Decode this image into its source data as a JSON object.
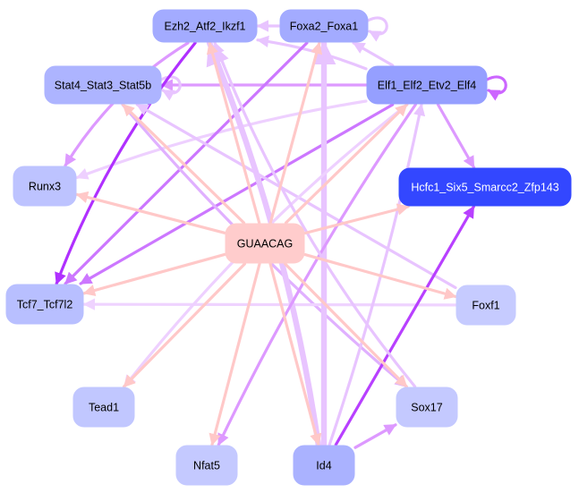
{
  "title": "Regulatory network for motif GUAACAG",
  "colors": {
    "motif_node": "#ffcccc",
    "edge_pink": "#ffc8c8",
    "edge_light_purple": "#e8c4ff",
    "edge_medium_purple": "#dd99ff",
    "edge_dark_purple": "#c040ff",
    "node_dark_blue": "#3347ff",
    "node_blue": "#99a3ff",
    "node_light_blue": "#bfc6ff"
  },
  "nodes": [
    {
      "id": "ezh2",
      "label": "Ezh2_Atf2_Ikzf1",
      "fill": "#a3abff",
      "text": "#000000"
    },
    {
      "id": "foxa2",
      "label": "Foxa2_Foxa1",
      "fill": "#a3abff",
      "text": "#000000"
    },
    {
      "id": "stat4",
      "label": "Stat4_Stat3_Stat5b",
      "fill": "#adb4ff",
      "text": "#000000"
    },
    {
      "id": "elf1",
      "label": "Elf1_Elf2_Etv2_Elf4",
      "fill": "#959fff",
      "text": "#000000"
    },
    {
      "id": "runx3",
      "label": "Runx3",
      "fill": "#bdc3ff",
      "text": "#000000"
    },
    {
      "id": "hcfc1",
      "label": "Hcfc1_Six5_Smarcc2_Zfp143",
      "fill": "#3347ff",
      "text": "#ffffff"
    },
    {
      "id": "guaacag",
      "label": "GUAACAG",
      "fill": "#ffcccc",
      "text": "#000000"
    },
    {
      "id": "tcf7",
      "label": "Tcf7_Tcf7l2",
      "fill": "#b8bfff",
      "text": "#000000"
    },
    {
      "id": "foxf1",
      "label": "Foxf1",
      "fill": "#c6cbff",
      "text": "#000000"
    },
    {
      "id": "tead1",
      "label": "Tead1",
      "fill": "#c1c7ff",
      "text": "#000000"
    },
    {
      "id": "sox17",
      "label": "Sox17",
      "fill": "#c4c9ff",
      "text": "#000000"
    },
    {
      "id": "nfat5",
      "label": "Nfat5",
      "fill": "#c4c9ff",
      "text": "#000000"
    },
    {
      "id": "id4",
      "label": "Id4",
      "fill": "#aab2ff",
      "text": "#000000"
    }
  ],
  "edges": [
    {
      "from": "foxa2",
      "to": "ezh2",
      "color": "#e8c4ff",
      "weight": 2
    },
    {
      "from": "foxa2",
      "to": "foxa2",
      "color": "#e8c4ff",
      "weight": 2
    },
    {
      "from": "elf1",
      "to": "elf1",
      "color": "#cc66ff",
      "weight": 2
    },
    {
      "from": "elf1",
      "to": "ezh2",
      "color": "#e8c4ff",
      "weight": 2
    },
    {
      "from": "elf1",
      "to": "foxa2",
      "color": "#e8c4ff",
      "weight": 2
    },
    {
      "from": "elf1",
      "to": "stat4",
      "color": "#dd99ff",
      "weight": 2
    },
    {
      "from": "elf1",
      "to": "hcfc1",
      "color": "#dd99ff",
      "weight": 2
    },
    {
      "from": "elf1",
      "to": "runx3",
      "color": "#eed0ff",
      "weight": 2
    },
    {
      "from": "elf1",
      "to": "tcf7",
      "color": "#cc77ff",
      "weight": 2
    },
    {
      "from": "stat4",
      "to": "stat4",
      "color": "#e8c4ff",
      "weight": 2
    },
    {
      "from": "ezh2",
      "to": "runx3",
      "color": "#dd99ff",
      "weight": 2
    },
    {
      "from": "ezh2",
      "to": "tcf7",
      "color": "#b030ff",
      "weight": 2
    },
    {
      "from": "foxa2",
      "to": "tcf7",
      "color": "#cc77ff",
      "weight": 2
    },
    {
      "from": "stat4",
      "to": "sox17",
      "color": "#e0b0ff",
      "weight": 2
    },
    {
      "from": "foxf1",
      "to": "stat4",
      "color": "#e8c4ff",
      "weight": 2
    },
    {
      "from": "foxf1",
      "to": "tcf7",
      "color": "#efd3ff",
      "weight": 2
    },
    {
      "from": "id4",
      "to": "ezh2",
      "color": "#e8c4ff",
      "weight": 4
    },
    {
      "from": "id4",
      "to": "foxa2",
      "color": "#e8c4ff",
      "weight": 4
    },
    {
      "from": "id4",
      "to": "elf1",
      "color": "#e8c4ff",
      "weight": 2
    },
    {
      "from": "id4",
      "to": "hcfc1",
      "color": "#b840ff",
      "weight": 2
    },
    {
      "from": "id4",
      "to": "sox17",
      "color": "#dd99ff",
      "weight": 2
    },
    {
      "from": "elf1",
      "to": "nfat5",
      "color": "#dd99ff",
      "weight": 2
    },
    {
      "from": "elf1",
      "to": "tead1",
      "color": "#eed0ff",
      "weight": 2
    },
    {
      "from": "sox17",
      "to": "ezh2",
      "color": "#e8c4ff",
      "weight": 2
    },
    {
      "from": "guaacag",
      "to": "ezh2",
      "color": "#ffc8c8",
      "weight": 2
    },
    {
      "from": "guaacag",
      "to": "foxa2",
      "color": "#ffc8c8",
      "weight": 2
    },
    {
      "from": "guaacag",
      "to": "stat4",
      "color": "#ffc8c8",
      "weight": 2
    },
    {
      "from": "guaacag",
      "to": "elf1",
      "color": "#ffc8c8",
      "weight": 2
    },
    {
      "from": "guaacag",
      "to": "runx3",
      "color": "#ffc8c8",
      "weight": 2
    },
    {
      "from": "guaacag",
      "to": "hcfc1",
      "color": "#ffc8c8",
      "weight": 2
    },
    {
      "from": "guaacag",
      "to": "tcf7",
      "color": "#ffc8c8",
      "weight": 2
    },
    {
      "from": "guaacag",
      "to": "foxf1",
      "color": "#ffc8c8",
      "weight": 2
    },
    {
      "from": "guaacag",
      "to": "tead1",
      "color": "#ffc8c8",
      "weight": 2
    },
    {
      "from": "guaacag",
      "to": "sox17",
      "color": "#ffc8c8",
      "weight": 2
    },
    {
      "from": "guaacag",
      "to": "nfat5",
      "color": "#ffc8c8",
      "weight": 2
    },
    {
      "from": "guaacag",
      "to": "id4",
      "color": "#ffc8c8",
      "weight": 2
    }
  ]
}
